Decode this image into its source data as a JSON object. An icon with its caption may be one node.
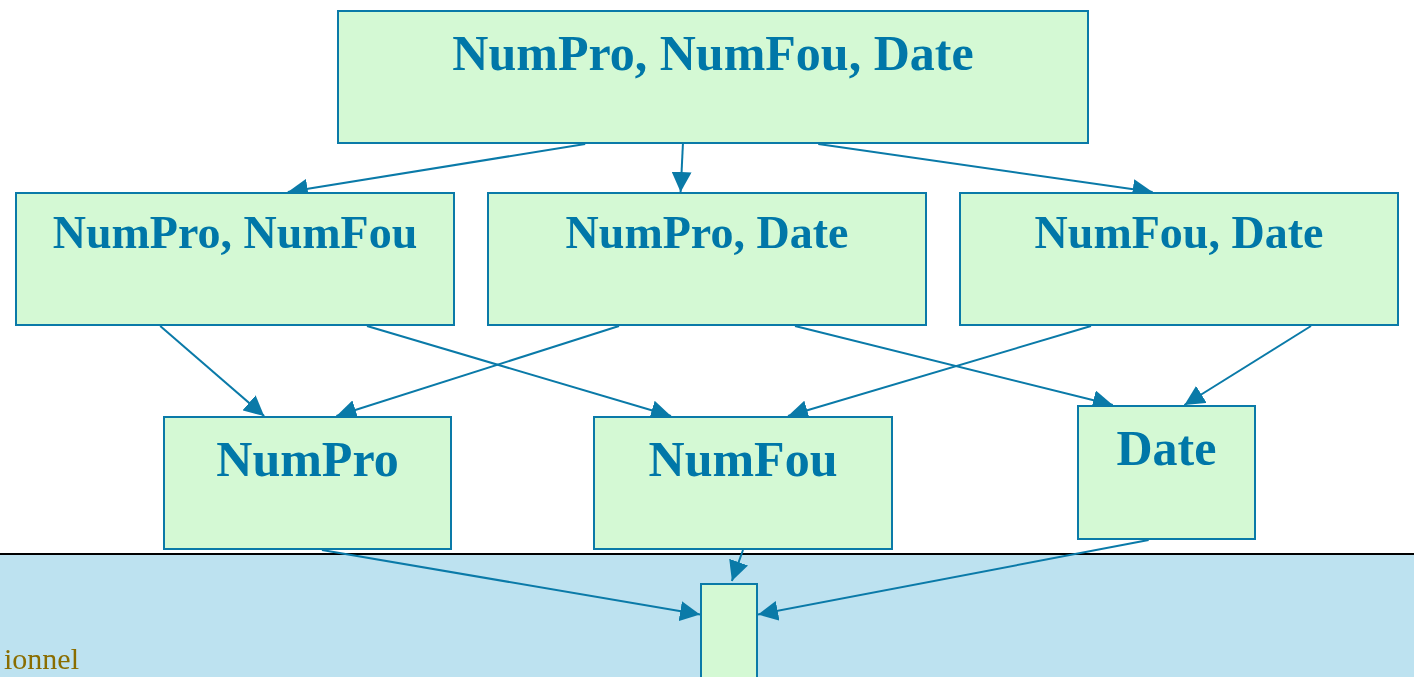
{
  "diagram": {
    "nodes": [
      {
        "text": [
          "NumPro, NumFou, Date"
        ]
      },
      {
        "text": [
          "NumPro, NumFou"
        ]
      },
      {
        "text": [
          "NumPro, Date"
        ]
      },
      {
        "text": [
          "NumFou, Date"
        ]
      },
      {
        "text": [
          "NumPro"
        ]
      },
      {
        "text": [
          "NumFou"
        ]
      },
      {
        "text": [
          "Date"
        ]
      },
      {
        "text": [
          "ionnel"
        ]
      },
      {
        "text": [],
        "shape": "box",
        "in": 7
      }
    ],
    "edges": [
      {
        "from": 0,
        "to": 1,
        "arrow": "to"
      },
      {
        "from": 0,
        "to": 2,
        "arrow": "to"
      },
      {
        "from": 0,
        "to": 3,
        "arrow": "to"
      },
      {
        "from": 1,
        "to": 4,
        "arrow": "to"
      },
      {
        "from": 1,
        "to": 5,
        "arrow": "to"
      },
      {
        "from": 2,
        "to": 4,
        "arrow": "to"
      },
      {
        "from": 2,
        "to": 6,
        "arrow": "to"
      },
      {
        "from": 3,
        "to": 5,
        "arrow": "to"
      },
      {
        "from": 3,
        "to": 6,
        "arrow": "to"
      },
      {
        "from": 4,
        "to": 8,
        "arrow": "to"
      },
      {
        "from": 5,
        "to": 8,
        "arrow": "to"
      },
      {
        "from": 6,
        "to": 8,
        "arrow": "to"
      }
    ]
  }
}
